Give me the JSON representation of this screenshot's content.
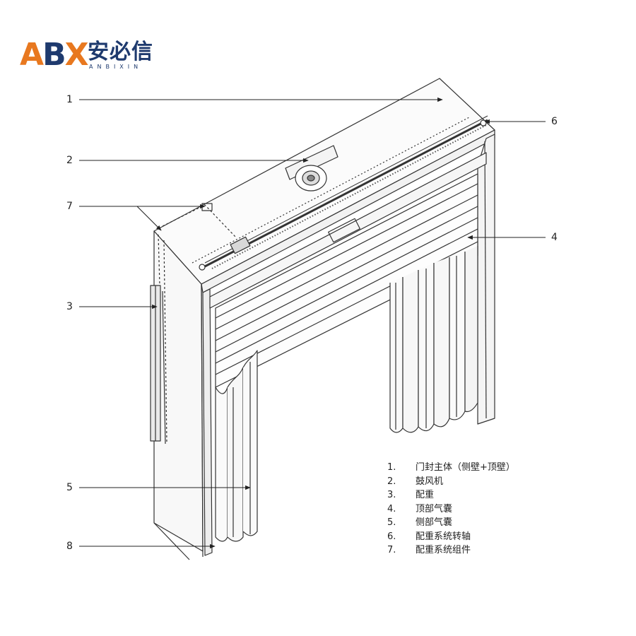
{
  "logo": {
    "letters": [
      "A",
      "B",
      "X"
    ],
    "chinese": "安必信",
    "english": "ANBIXIN",
    "colors": {
      "orange": "#e8781f",
      "navy": "#1e3a6e"
    }
  },
  "callouts": [
    "1",
    "2",
    "7",
    "3",
    "4",
    "5",
    "6",
    "8"
  ],
  "legend": [
    {
      "num": "1.",
      "text": "门封主体（侧壁+顶壁）"
    },
    {
      "num": "2.",
      "text": "鼓风机"
    },
    {
      "num": "3.",
      "text": "配重"
    },
    {
      "num": "4.",
      "text": "顶部气囊"
    },
    {
      "num": "5.",
      "text": "侧部气囊"
    },
    {
      "num": "6.",
      "text": "配重系统转轴"
    },
    {
      "num": "7.",
      "text": "配重系统组件"
    }
  ]
}
